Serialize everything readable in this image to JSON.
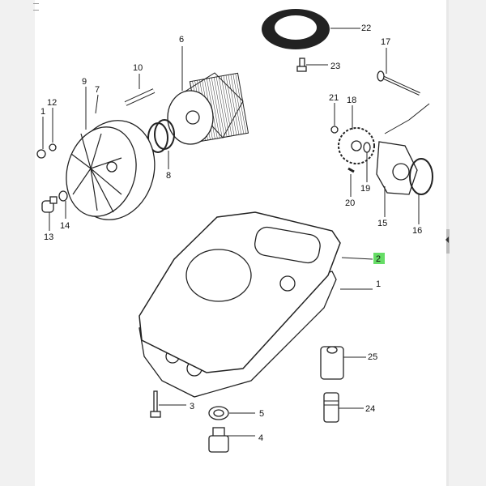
{
  "diagram": {
    "title": "Oil pan / oil pump / oil filter exploded parts view",
    "highlight_color": "#66dd66",
    "highlighted_label": "2",
    "labels": {
      "p1a": "1",
      "p1b": "1",
      "p2": "2",
      "p3": "3",
      "p4": "4",
      "p5": "5",
      "p6": "6",
      "p7": "7",
      "p8": "8",
      "p9": "9",
      "p10": "10",
      "p12": "12",
      "p13": "13",
      "p14": "14",
      "p15": "15",
      "p16": "16",
      "p17": "17",
      "p18": "18",
      "p19": "19",
      "p20": "20",
      "p21": "21",
      "p22": "22",
      "p23": "23",
      "p24": "24",
      "p25": "25"
    }
  }
}
